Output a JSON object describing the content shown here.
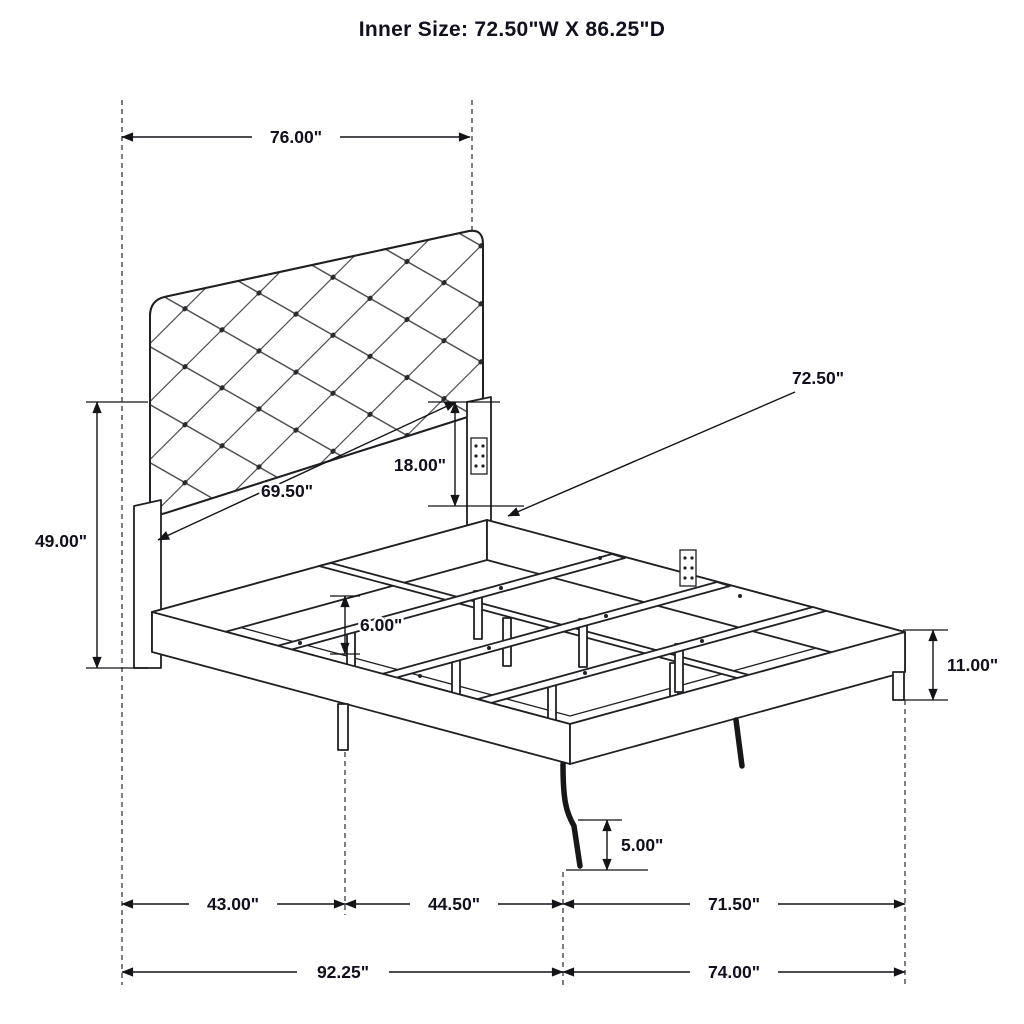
{
  "title": "Inner Size: 72.50\"W X 86.25\"D",
  "dims": {
    "headboard_width": "76.00\"",
    "headboard_height": "49.00\"",
    "headboard_panel": "18.00\"",
    "headboard_inner": "69.50\"",
    "inner_width": "72.50\"",
    "slat_leg": "6.00\"",
    "side_height": "11.00\"",
    "front_leg": "5.00\"",
    "seg_left": "43.00\"",
    "seg_mid": "44.50\"",
    "seg_right": "71.50\"",
    "overall_width": "92.25\"",
    "overall_depth": "74.00\""
  },
  "colors": {
    "line": "#202024",
    "text": "#10101e",
    "background": "#ffffff"
  }
}
